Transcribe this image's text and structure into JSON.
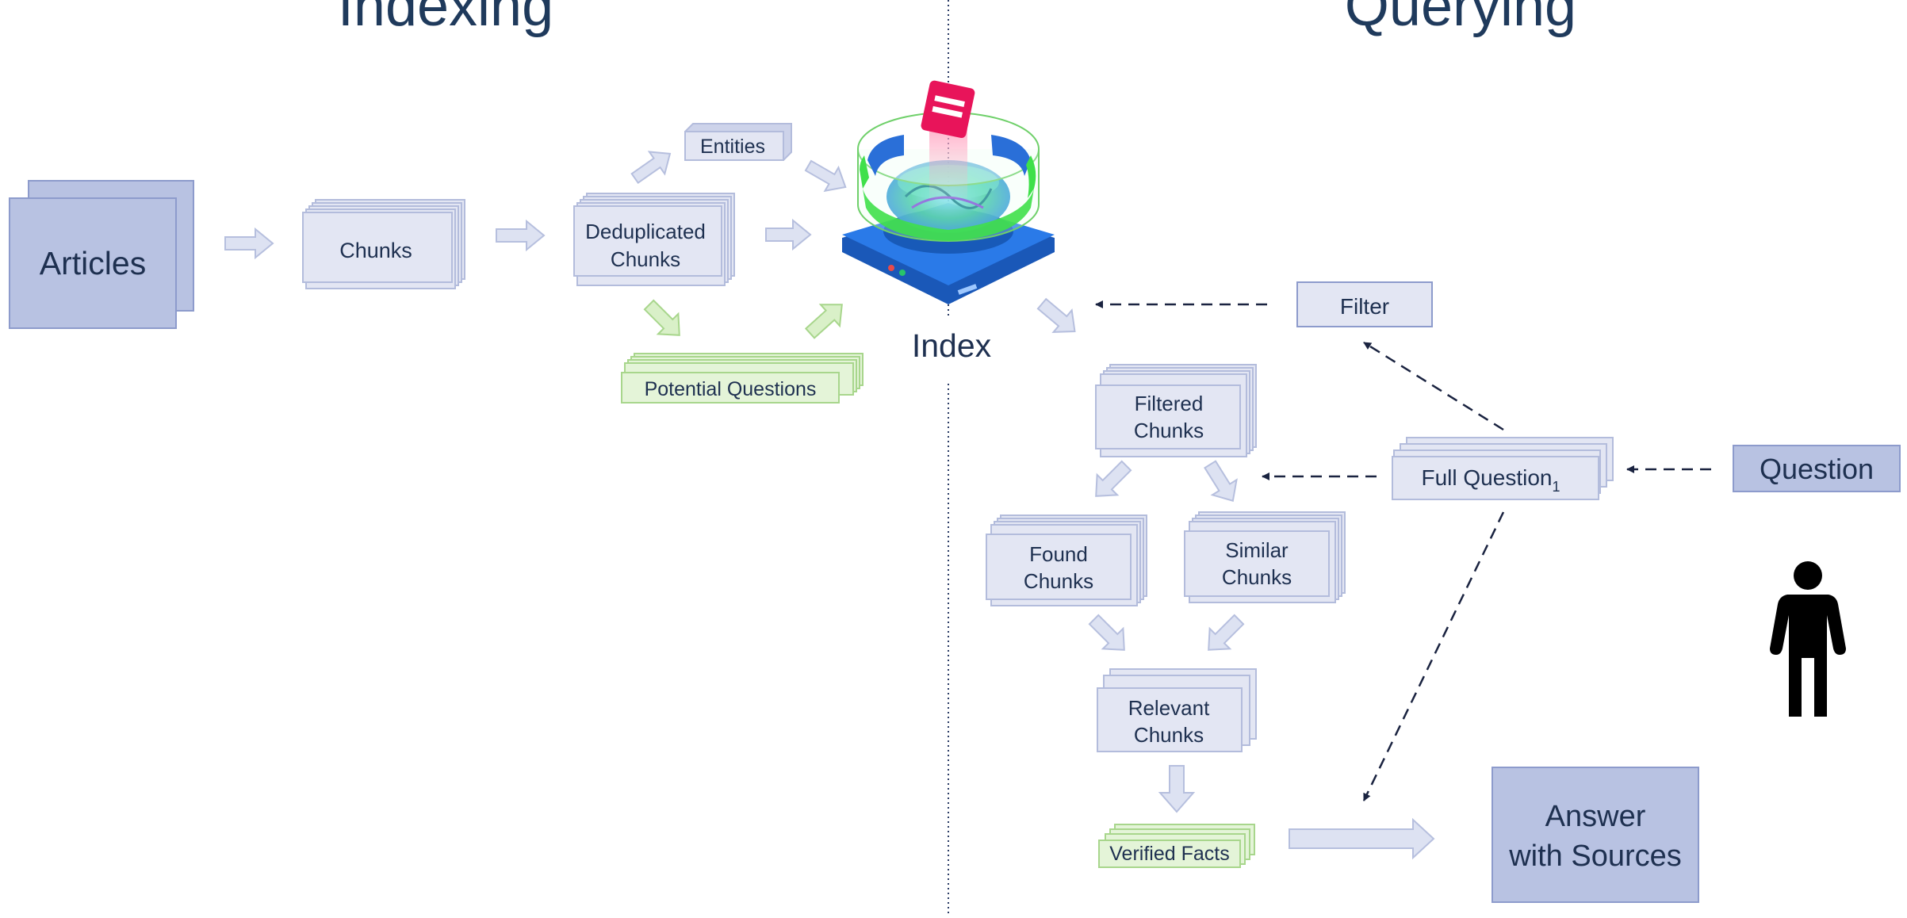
{
  "sections": {
    "indexing": "Indexing",
    "querying": "Querying"
  },
  "indexing": {
    "articles": "Articles",
    "chunks": "Chunks",
    "deduplicated": [
      "Deduplicated",
      "Chunks"
    ],
    "entities": "Entities",
    "potential_questions": "Potential Questions",
    "index_label": "Index"
  },
  "querying": {
    "filter": "Filter",
    "filtered": [
      "Filtered",
      "Chunks"
    ],
    "full_question": "Full Question",
    "full_question_subscript": "1",
    "question": "Question",
    "found": [
      "Found",
      "Chunks"
    ],
    "similar": [
      "Similar",
      "Chunks"
    ],
    "relevant": [
      "Relevant",
      "Chunks"
    ],
    "verified": "Verified Facts",
    "answer": [
      "Answer",
      "with Sources"
    ]
  },
  "colors": {
    "title": "#1f3a5c",
    "box_fill": "#e3e6f3",
    "box_stroke": "#b3bcdc",
    "big_box_fill": "#b8c2e2",
    "big_box_stroke": "#8d9bcc",
    "green_fill": "#e4f4d8",
    "green_stroke": "#a8d68c",
    "arrow_fill": "#dde2f2",
    "arrow_stroke": "#b6bfde",
    "green_arrow_fill": "#d9f0c8",
    "green_arrow_stroke": "#a8d68c",
    "dashed": "#1a2340",
    "text": "#1e3050",
    "divider": "#2c3d66",
    "index_blue": "#1f6fd6",
    "index_green": "#3fe04a",
    "index_pink": "#e8145a"
  }
}
